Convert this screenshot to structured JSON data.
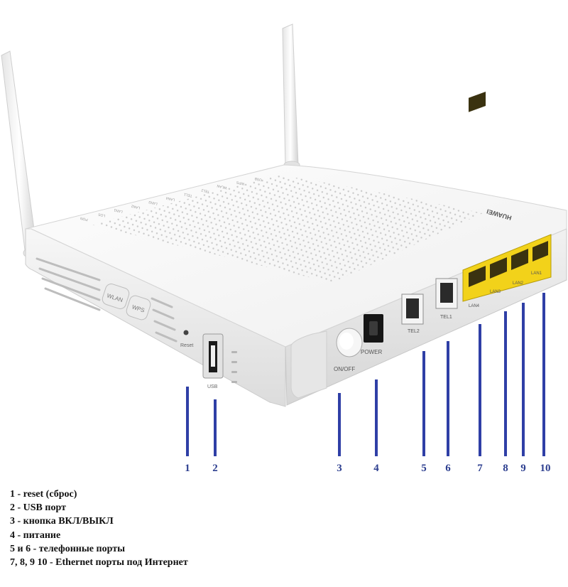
{
  "device": {
    "brand": "HUAWEI",
    "front_indicators": [
      "PON",
      "LOS",
      "LAN1",
      "LAN2",
      "LAN3",
      "LAN4",
      "TEL1",
      "TEL2",
      "WLAN",
      "WPS",
      "USB"
    ],
    "side_buttons": [
      "WLAN",
      "WPS"
    ],
    "side_labels": {
      "reset": "Reset",
      "usb": "USB"
    },
    "rear_labels": {
      "onoff": "ON/OFF",
      "power": "POWER",
      "tel2": "TEL2",
      "tel1": "TEL1",
      "lan4": "LAN4",
      "lan3": "LAN3",
      "lan2": "LAN2",
      "lan1": "LAN1"
    },
    "colors": {
      "body": "#f4f4f4",
      "lan_ports": "#f2d21a",
      "callout": "#2f3fa6"
    }
  },
  "callouts": [
    "1",
    "2",
    "3",
    "4",
    "5",
    "6",
    "7",
    "8",
    "9",
    "10"
  ],
  "legend": [
    "1 - reset (сброс)",
    "2 - USB порт",
    "3 - кнопка ВКЛ/ВЫКЛ",
    "4 - питание",
    "5 и 6 - телефонные порты",
    "7, 8, 9 10 - Ethernet порты под Интернет"
  ]
}
